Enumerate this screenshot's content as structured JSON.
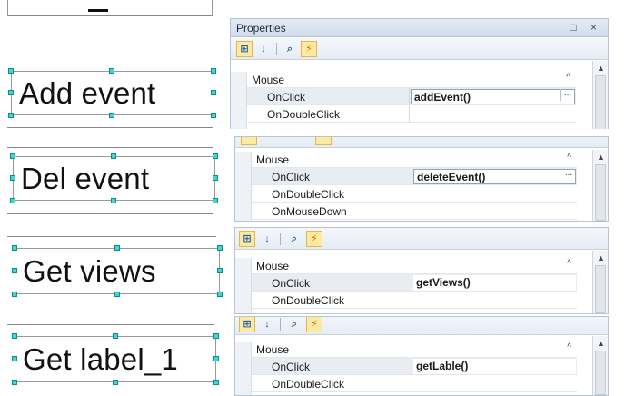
{
  "pane": {
    "title": "Properties",
    "title_buttons": "□ ×",
    "category": "Mouse",
    "collapse_glyph": "^",
    "scroll_up_glyph": "▲",
    "ellipsis": "...",
    "toolbar_icons": [
      "categorized-icon",
      "alphabetical-icon",
      "properties-icon",
      "events-icon"
    ],
    "toolbar_glyphs": [
      "⊞",
      "↓",
      "⌕",
      "⚡"
    ]
  },
  "panels": [
    {
      "widget_label": "Add event",
      "rows": [
        {
          "name": "OnClick",
          "value": "addEvent()"
        },
        {
          "name": "OnDoubleClick",
          "value": ""
        }
      ]
    },
    {
      "widget_label": "Del event",
      "rows": [
        {
          "name": "OnClick",
          "value": "deleteEvent()"
        },
        {
          "name": "OnDoubleClick",
          "value": ""
        },
        {
          "name": "OnMouseDown",
          "value": ""
        }
      ]
    },
    {
      "widget_label": "Get views",
      "rows": [
        {
          "name": "OnClick",
          "value": "getViews()"
        },
        {
          "name": "OnDoubleClick",
          "value": ""
        }
      ]
    },
    {
      "widget_label": "Get label_1",
      "rows": [
        {
          "name": "OnClick",
          "value": "getLable()"
        },
        {
          "name": "OnDoubleClick",
          "value": ""
        }
      ]
    }
  ],
  "colors": {
    "handle": "#3fd6d6",
    "active_tool": "#fde9a1",
    "selected_row": "#e9edf2"
  }
}
